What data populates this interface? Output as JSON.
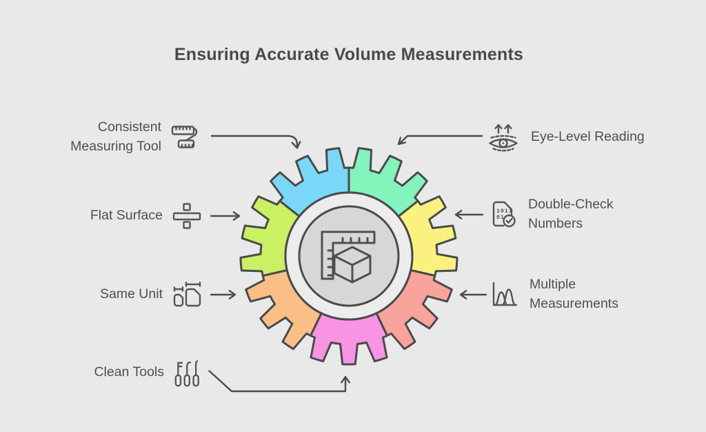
{
  "title": "Ensuring Accurate Volume Measurements",
  "colors": {
    "background": "#E9E9E9",
    "outline": "#4A4A4A",
    "text": "#4F4F4F",
    "icon_stroke": "#555555"
  },
  "gear": {
    "segment_colors": [
      "#7BD7F7",
      "#82F4BC",
      "#FAF180",
      "#F9A39D",
      "#F894E3",
      "#F9BF86",
      "#C9F163"
    ],
    "ring_fill": "#ECECEC",
    "hub_fill": "#D7D7D7",
    "center_icon": "ruler-cube-icon"
  },
  "labels": {
    "left": [
      {
        "id": "consistent-measuring-tool",
        "label": "Consistent Measuring Tool",
        "icon": "tape-measure-icon"
      },
      {
        "id": "flat-surface",
        "label": "Flat Surface",
        "icon": "level-surface-icon"
      },
      {
        "id": "same-unit",
        "label": "Same Unit",
        "icon": "measuring-containers-icon"
      },
      {
        "id": "clean-tools",
        "label": "Clean Tools",
        "icon": "cleaning-tools-icon"
      }
    ],
    "right": [
      {
        "id": "eye-level-reading",
        "label": "Eye-Level Reading",
        "icon": "eye-level-icon"
      },
      {
        "id": "double-check-numbers",
        "label": "Double-Check Numbers",
        "icon": "binary-document-check-icon"
      },
      {
        "id": "multiple-measurements",
        "label": "Multiple Measurements",
        "icon": "bell-curve-chart-icon"
      }
    ]
  },
  "binary_doc": {
    "row1": "1011",
    "row2": "01"
  }
}
